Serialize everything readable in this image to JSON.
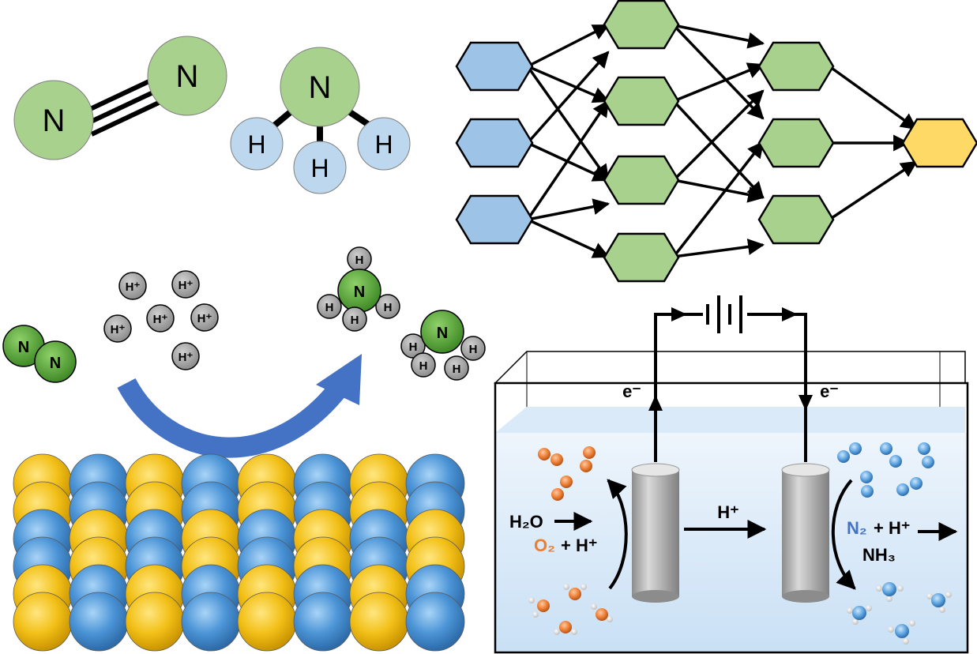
{
  "molecules": {
    "n2": {
      "atom1": "N",
      "atom2": "N"
    },
    "nh3": {
      "center": "N",
      "h1": "H",
      "h2": "H",
      "h3": "H"
    }
  },
  "reaction": {
    "n2_atom1": "N",
    "n2_atom2": "N",
    "protons": [
      "H⁺",
      "H⁺",
      "H⁺",
      "H⁺",
      "H⁺",
      "H⁺"
    ],
    "ammonia_top": {
      "center": "N",
      "h": [
        "H",
        "H",
        "H",
        "H"
      ]
    },
    "ammonia_bottom": {
      "center": "N",
      "h": [
        "H",
        "H",
        "H",
        "H"
      ]
    }
  },
  "cell": {
    "electron_left": "e⁻",
    "electron_right": "e⁻",
    "proton_transfer": "H⁺",
    "anode_reactant": "H₂O",
    "anode_product_o2": "O₂",
    "anode_product_rest": "+ H⁺",
    "cathode_reactant_n2": "N₂",
    "cathode_reactant_rest": "+ H⁺",
    "cathode_product": "NH₃"
  },
  "colors": {
    "green_atom": "#a9d18e",
    "light_blue_atom": "#bdd7ee",
    "dark_green_atom": "#5aa33c",
    "gray_atom": "#a6a6a6",
    "input_node": "#9dc3e6",
    "hidden_node": "#a9d18e",
    "output_node": "#ffd966",
    "surface_gold": "#f2c018",
    "surface_blue": "#4b94d6",
    "curve_arrow": "#4472c4",
    "oxygen_orange": "#ed7d31",
    "n2_blue": "#4472c4",
    "water": "#d6e8f7"
  }
}
